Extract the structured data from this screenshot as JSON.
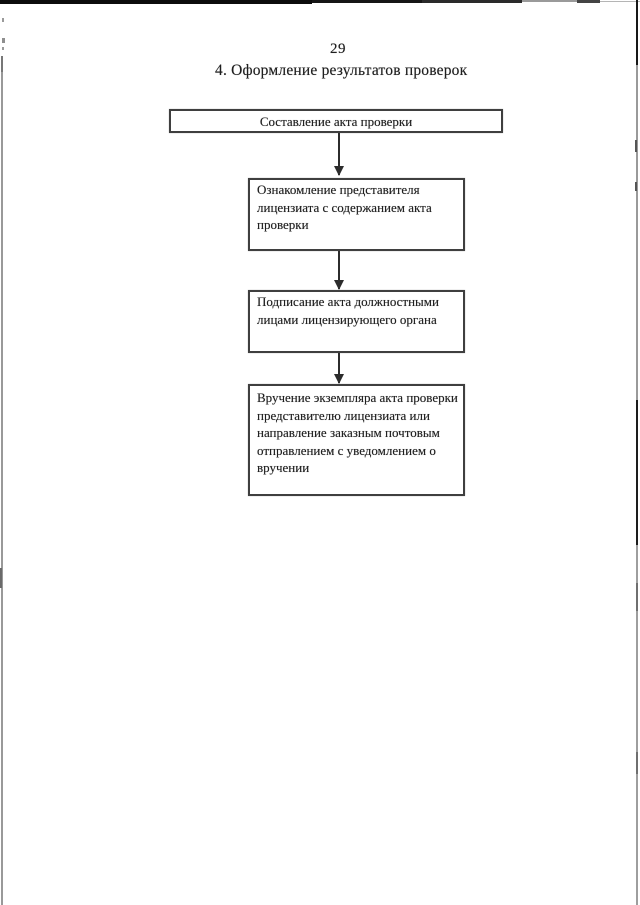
{
  "page": {
    "number": "29",
    "section_title": "4. Оформление результатов проверок"
  },
  "flowchart": {
    "nodes": [
      {
        "text": "Составление акта проверки"
      },
      {
        "text": "Ознакомление представителя\nлицензиата с содержанием акта\nпроверки"
      },
      {
        "text": "Подписание акта должностными\nлицами лицензирующего органа"
      },
      {
        "text": "Вручение экземпляра акта проверки\nпредставителю лицензиата или\nнаправление заказным почтовым\nотправлением с уведомлением о\nвручении"
      }
    ],
    "connector_count": 3
  },
  "colors": {
    "ink": "#1f1f1f",
    "box_border": "#3f3f3f",
    "paper": "#ffffff",
    "scan_bar": "#0c0c0c",
    "edge_line": "#999999"
  }
}
